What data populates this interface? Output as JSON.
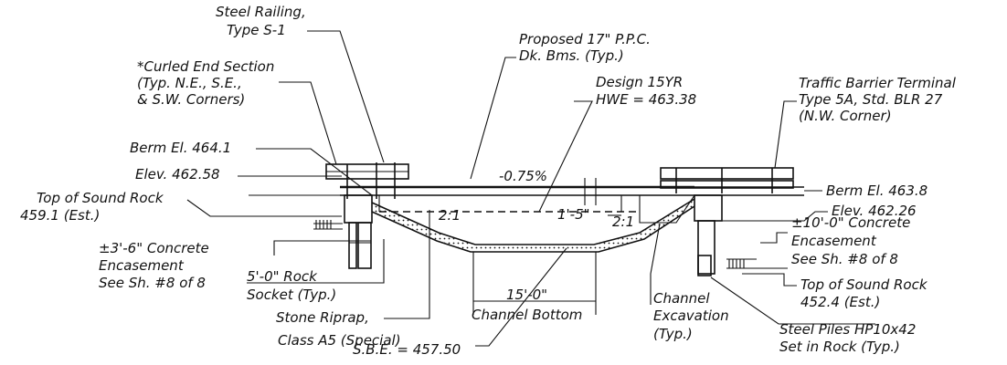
{
  "labels": {
    "steel_railing": [
      "Steel Railing,",
      "Type S-1"
    ],
    "proposed_beams": [
      "Proposed 17\" P.P.C.",
      "Dk. Bms. (Typ.)"
    ],
    "curled_end": [
      "*Curled End Section",
      "(Typ. N.E., S.E.,",
      "& S.W. Corners)"
    ],
    "design_hwe": [
      "Design 15YR",
      "HWE = 463.38"
    ],
    "traffic_barrier": [
      "Traffic Barrier Terminal",
      "Type 5A, Std. BLR 27",
      "(N.W. Corner)"
    ],
    "berm_left": "Berm El. 464.1",
    "berm_right": "Berm El. 463.8",
    "elev_left": "Elev. 462.58",
    "elev_right": "Elev. 462.26",
    "deck_slope": "-0.75%",
    "sound_rock_left": [
      "Top of Sound Rock",
      "459.1 (Est.)"
    ],
    "dim_depth": "1'-5\"",
    "slope_left": "2:1",
    "slope_right": "2:1",
    "concrete_right": [
      "±10'-0\" Concrete",
      "Encasement",
      "See Sh. #8 of 8"
    ],
    "concrete_left": [
      "±3'-6\" Concrete",
      "Encasement",
      "See Sh. #8 of 8"
    ],
    "rock_socket": [
      "5'-0\" Rock",
      "Socket (Typ.)"
    ],
    "channel_width": "15'-0\"",
    "channel_bottom": "Channel Bottom",
    "channel_excavation": [
      "Channel",
      "Excavation",
      "(Typ.)"
    ],
    "sound_rock_right": [
      "Top of Sound Rock",
      "452.4 (Est.)"
    ],
    "stone_riprap": [
      "Stone Riprap,",
      "Class A5 (Special)"
    ],
    "steel_piles": [
      "Steel Piles HP10x42",
      "Set in Rock (Typ.)"
    ],
    "sbe": "S.B.E. = 457.50"
  }
}
